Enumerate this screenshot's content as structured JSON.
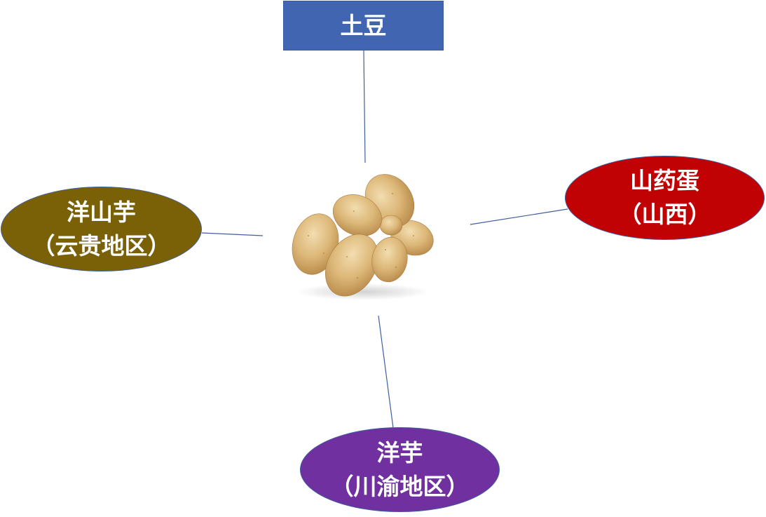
{
  "center": {
    "image_label": "potatoes-image"
  },
  "nodes": {
    "top": {
      "text": "土豆",
      "color": "#4165b0"
    },
    "left": {
      "line1": "洋山芋",
      "line2": "（云贵地区）",
      "color": "#7a6006"
    },
    "right": {
      "line1": "山药蛋",
      "line2": "（山西）",
      "color": "#c10205"
    },
    "bottom": {
      "line1": "洋芋",
      "line2": "（川渝地区）",
      "color": "#7030a0"
    }
  },
  "connector_color": "#3f5f9f"
}
